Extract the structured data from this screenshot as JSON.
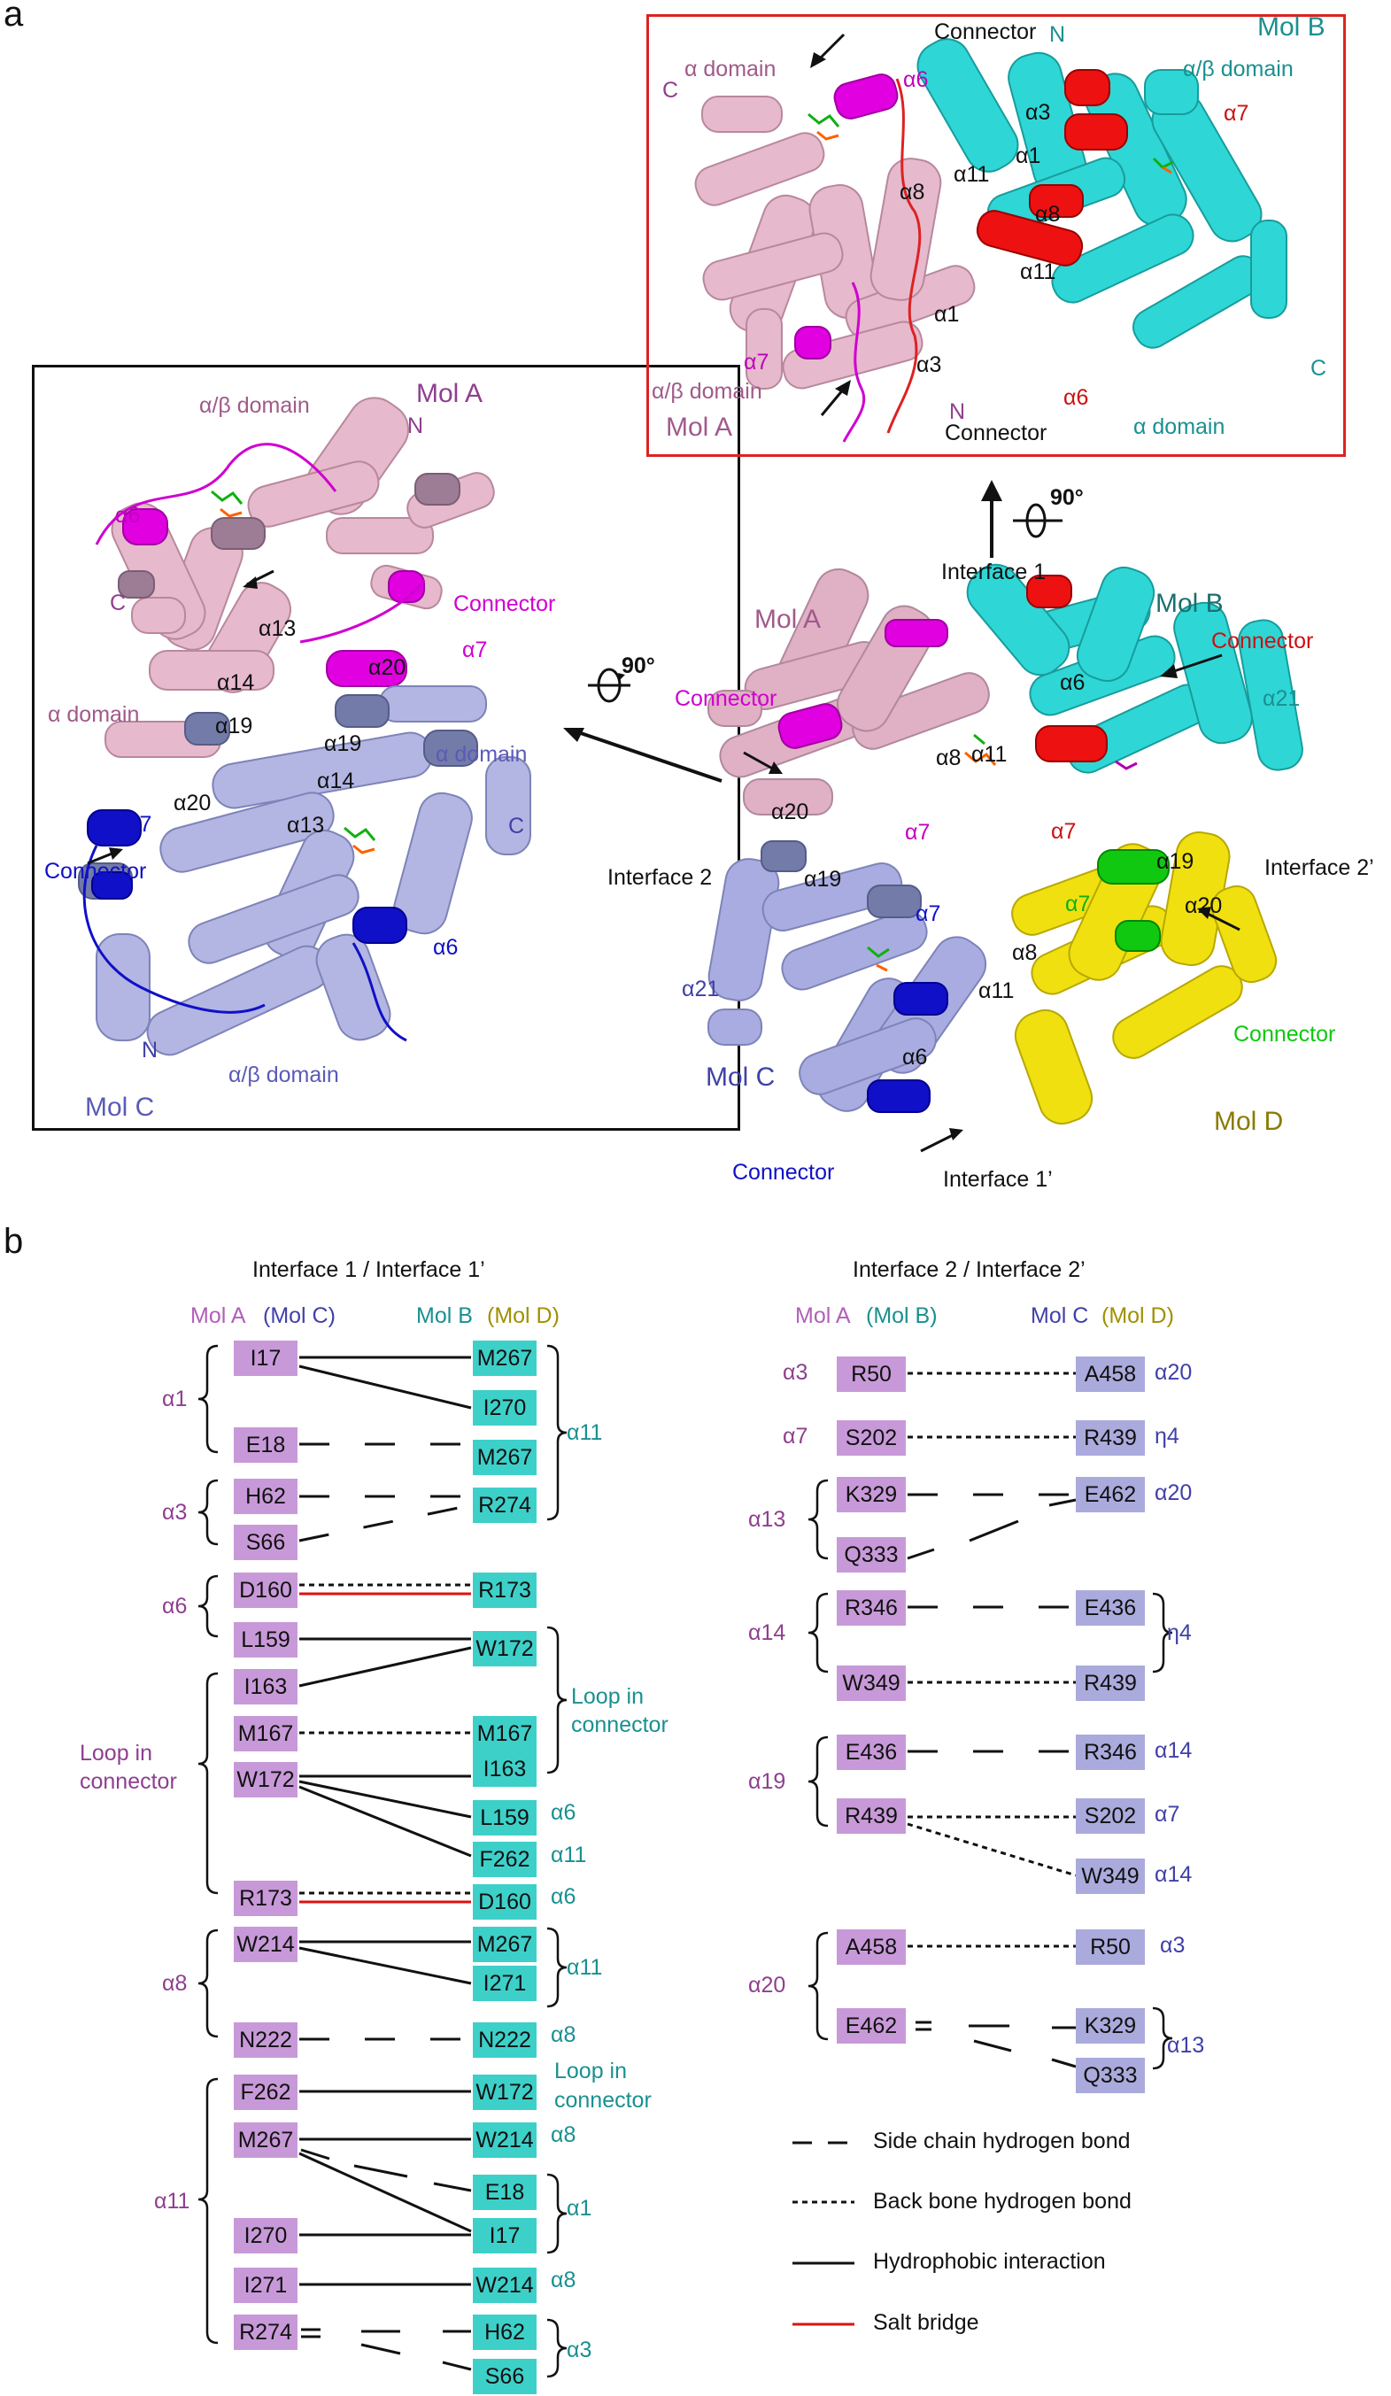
{
  "panels": {
    "a": "a",
    "b": "b"
  },
  "colors": {
    "molA": "#d7a8c0",
    "molA_dark": "#b88aa6",
    "molA_accent": "#e000e0",
    "molB": "#2fd6d6",
    "molB_accent": "#ee1111",
    "molC": "#9fa6d8",
    "molC_accent": "#1010c8",
    "molD": "#f0e010",
    "molD_accent": "#10c810",
    "resA": "#c899d8",
    "resB": "#3dd0c9",
    "resC": "#aaaadd",
    "labelA": "#8f3f8f",
    "labelB": "#1a9090",
    "labelC": "#4040a8",
    "labelD": "#a09000",
    "salt": "#dd1111"
  },
  "panel_a": {
    "left_inset": {
      "mol_a": "Mol A",
      "alpha_beta_top": "α/β domain",
      "n_top": "N",
      "alpha6_top": "α6",
      "c_top": "C",
      "connector_top": "Connector",
      "alpha7_top": "α7",
      "alpha13_top": "α13",
      "alpha14_top": "α14",
      "alpha20_top": "α20",
      "alpha_domain_left": "α domain",
      "alpha19_left": "α19",
      "alpha19_right": "α19",
      "alpha_domain_right": "α domain",
      "alpha14_mid": "α14",
      "alpha20_left": "α20",
      "c_right": "C",
      "alpha7_bottom": "α7",
      "connector_bottom": "Connector",
      "alpha13_bottom": "α13",
      "alpha6_bottom": "α6",
      "n_bottom": "N",
      "alpha_beta_bottom": "α/β domain",
      "mol_c": "Mol C"
    },
    "rotation_left": "90°",
    "right_inset": {
      "connector_top": "Connector",
      "n_top": "N",
      "mol_b": "Mol B",
      "c_left": "C",
      "alpha_domain_left": "α domain",
      "alpha6": "α6",
      "alpha_beta_right": "α/β domain",
      "alpha7_right": "α7",
      "alpha3_top": "α3",
      "alpha1_top": "α1",
      "alpha8_left": "α8",
      "alpha11_left": "α11",
      "alpha8_right": "α8",
      "alpha11_right": "α11",
      "alpha1_left": "α1",
      "alpha3_left": "α3",
      "alpha7_left": "α7",
      "alpha_beta_left": "α/β domain",
      "n_bottom": "N",
      "mol_a": "Mol A",
      "alpha6_bottom": "α6",
      "c_right": "C",
      "alpha_domain_right": "α domain",
      "connector_bottom": "Connector"
    },
    "rotation_top": "90°",
    "tetramer": {
      "interface_1": "Interface 1",
      "mol_a": "Mol A",
      "mol_b": "Mol B",
      "connector_red": "Connector",
      "connector_magenta": "Connector",
      "alpha6_b": "α6",
      "alpha21_b": "α21",
      "alpha8": "α8",
      "alpha11": "α11",
      "alpha20": "α20",
      "alpha7_a": "α7",
      "alpha7_b": "α7",
      "interface_2": "Interface 2",
      "interface_2p": "Interface 2’",
      "alpha19_a": "α19",
      "alpha19_b": "α19",
      "alpha7_d": "α7",
      "alpha20_b": "α20",
      "alpha7_c": "α7",
      "alpha8_d": "α8",
      "alpha21_c": "α21",
      "alpha11_d": "α11",
      "connector_green": "Connector",
      "alpha6_c": "α6",
      "mol_c": "Mol C",
      "mol_d": "Mol D",
      "connector_blue": "Connector",
      "interface_1p": "Interface 1’"
    }
  },
  "panel_b": {
    "left": {
      "title": "Interface 1 / Interface 1’",
      "header_a": "Mol A",
      "header_c": "(Mol C)",
      "header_b": "Mol B",
      "header_d": "(Mol D)",
      "residues_left": [
        "I17",
        "E18",
        "H62",
        "S66",
        "D160",
        "L159",
        "I163",
        "M167",
        "W172",
        "R173",
        "W214",
        "N222",
        "F262",
        "M267",
        "I270",
        "I271",
        "R274"
      ],
      "residues_right": [
        "M267",
        "I270",
        "M267",
        "R274",
        "R173",
        "W172",
        "M167",
        "I163",
        "L159",
        "F262",
        "D160",
        "M267",
        "I271",
        "N222",
        "W172",
        "W214",
        "E18",
        "I17",
        "W214",
        "H62",
        "S66"
      ],
      "helix_left": [
        "α1",
        "α3",
        "α6",
        "Loop in",
        "connector",
        "α8",
        "α11"
      ],
      "helix_right": [
        "α11",
        "Loop in",
        "connector",
        "α6",
        "α11",
        "α6",
        "α11",
        "α8",
        "Loop in",
        "connector",
        "α8",
        "α1",
        "α8",
        "α3"
      ]
    },
    "right": {
      "title": "Interface 2 / Interface 2’",
      "header_a": "Mol A",
      "header_b": "(Mol B)",
      "header_c": "Mol C",
      "header_d": "(Mol D)",
      "residues_left": [
        "R50",
        "S202",
        "K329",
        "Q333",
        "R346",
        "W349",
        "E436",
        "R439",
        "A458",
        "E462"
      ],
      "residues_right": [
        "A458",
        "R439",
        "E462",
        "E436",
        "R439",
        "R346",
        "S202",
        "W349",
        "R50",
        "K329",
        "Q333"
      ],
      "helix_left": [
        "α3",
        "α7",
        "α13",
        "α14",
        "α19",
        "α20"
      ],
      "helix_right": [
        "α20",
        "η4",
        "α20",
        "η4",
        "α14",
        "α7",
        "α14",
        "α3",
        "α13"
      ]
    },
    "legend": {
      "side_chain": "Side chain hydrogen bond",
      "backbone": "Back bone hydrogen bond",
      "hydrophobic": "Hydrophobic interaction",
      "salt": "Salt bridge"
    }
  }
}
